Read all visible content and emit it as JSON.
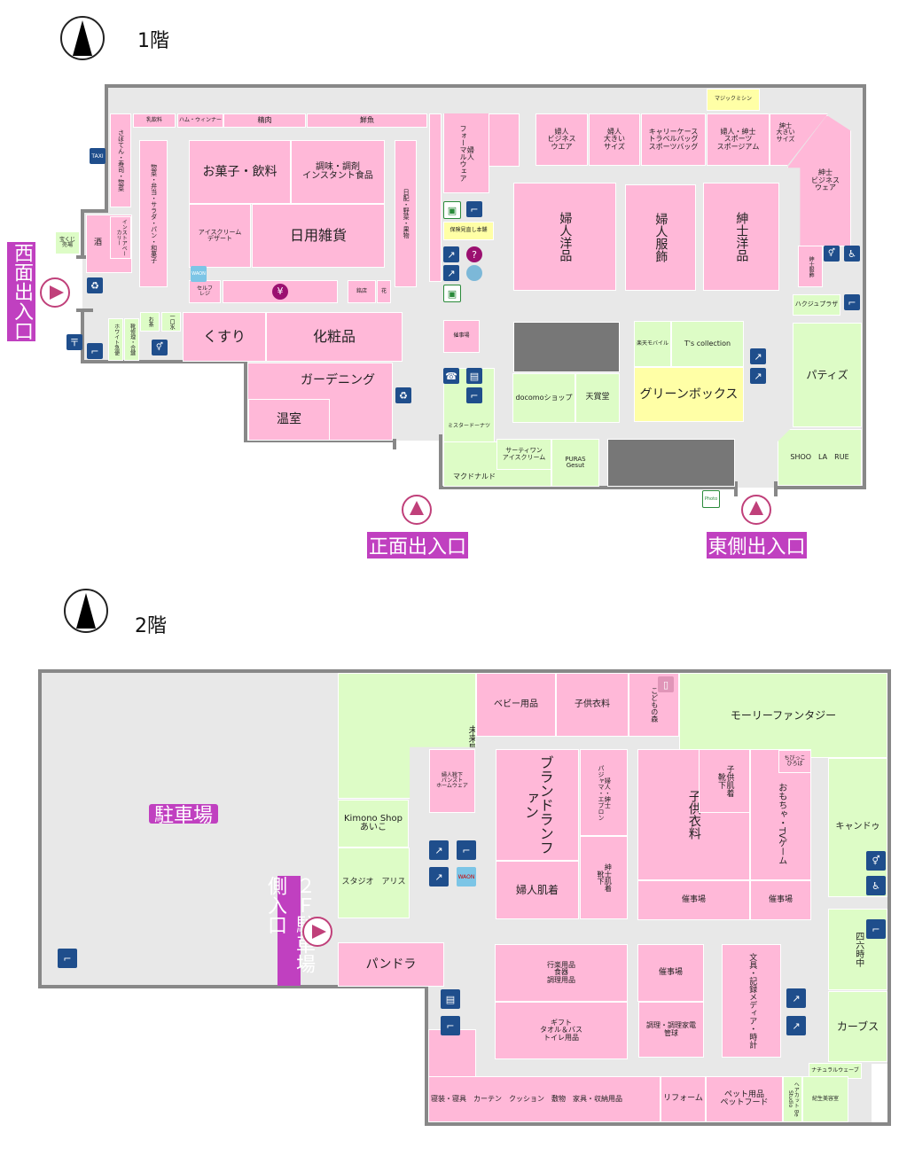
{
  "floor1": {
    "title": "1階",
    "entrances": {
      "west": "西面出入口",
      "front": "正面出入口",
      "east": "東側出入口"
    },
    "stores": {
      "saboten": "さぼてん・寿司・惣菜",
      "milk": "乳飲料",
      "ham": "ハム・ウィンナー",
      "meat": "精肉",
      "fish": "鮮魚",
      "deli": "惣菜・弁当・サラダ・パン・和菓子",
      "snacks": "お菓子・飲料",
      "seasoning": "調味・調剤\nインスタント食品",
      "icecream": "アイスクリーム\nデザート",
      "daily": "日用雑貨",
      "produce": "日配・野菜・果物",
      "sake": "酒",
      "bakery": "インストアベーカリー",
      "selfreg": "セルフ\nレジ",
      "yen": "¥",
      "meiten": "銘店",
      "flower": "花",
      "lottery": "宝くじ\n売場",
      "white": "ホワイト急便",
      "shoe": "靴修理・合鍵",
      "small1": "お茶",
      "small2": "一口水",
      "kusuri": "くすり",
      "cosme": "化粧品",
      "garden": "ガーデニング",
      "greenhouse": "温室",
      "formal": "婦人\nフォーマルウェア",
      "wbiz": "婦人\nビジネス\nウエア",
      "wbig": "婦人\n大きい\nサイズ",
      "carry": "キャリーケース\nトラベルバッグ\nスポーツバッグ",
      "sports": "婦人・紳士\nスポーツ\nスポージアム",
      "mbig": "紳士\n大きい\nサイズ",
      "mbiz": "紳士\nビジネス\nウェア",
      "magic": "マジックミシン",
      "wyohin": "婦人洋品",
      "wfuku": "婦人服飾",
      "myohin": "紳士洋品",
      "mfuku": "紳士服飾",
      "hoken": "保険見直し本舗",
      "event": "催事場",
      "docomo": "docomoショップ",
      "tenshodo": "天賞堂",
      "rakuten": "楽天モバイル",
      "ts": "T's collection",
      "greenbox": "グリーンボックス",
      "hakuju": "ハクジュプラザ",
      "patiz": "パティズ",
      "shoo": "SHOO　LA　RUE",
      "misdo": "ミスタードーナツ",
      "mac": "マクドナルド",
      "31": "サーティワン\nアイスクリーム",
      "puras": "PURAS\nGesut"
    }
  },
  "floor2": {
    "title": "2階",
    "entrances": {
      "parking": "２Ｆ駐車場側入口"
    },
    "parking": "駐車場",
    "stores": {
      "books": "未来屋書店",
      "kimono": "Kimono Shop\nあいこ",
      "alice": "スタジオ　アリス",
      "socks": "婦人靴下\nパンスト\nホームウェア",
      "baby": "ベビー用品",
      "kids1": "子供衣料",
      "forest": "こどもの森",
      "molly": "モーリーファンタジー",
      "brand": "ブランドランファン",
      "pajama": "婦人・紳士\nパジャマ・エプロン",
      "winner": "婦人肌着",
      "minner": "紳士肌着\n靴下",
      "kids2": "子供衣料",
      "kinner": "子供肌着\n靴下",
      "toys": "おもちゃ・TVゲーム",
      "kidsplaza": "ちびっこ\nひろば",
      "event1": "催事場",
      "event2": "催事場",
      "cando": "キャンドゥ",
      "shiroku": "四六時中",
      "curves": "カーブス",
      "natural": "ナチュラルウェーブ",
      "pandora": "パンドラ",
      "kitchen": "行楽用品\n食器\n調理用品",
      "gift": "ギフト\nタオル＆バス\nトイレ用品",
      "event3": "催事場",
      "cook": "調理・調理家電\n管球",
      "stationery": "文具・記録メディア・時計",
      "bedding": "寝装・寝具　カーテン　クッション　敷物　家具・収納用品",
      "reform": "リフォーム",
      "pet": "ペット用品\nペットフード",
      "hair": "ヘアカット Be Studio",
      "beauty": "紀生美容室"
    }
  },
  "colors": {
    "tenant_pink": "#ffb8d8",
    "food_green": "#ddfcc6",
    "yellow": "#ffffa6",
    "entrance": "#c040c0",
    "icon": "#1f4e8c"
  }
}
